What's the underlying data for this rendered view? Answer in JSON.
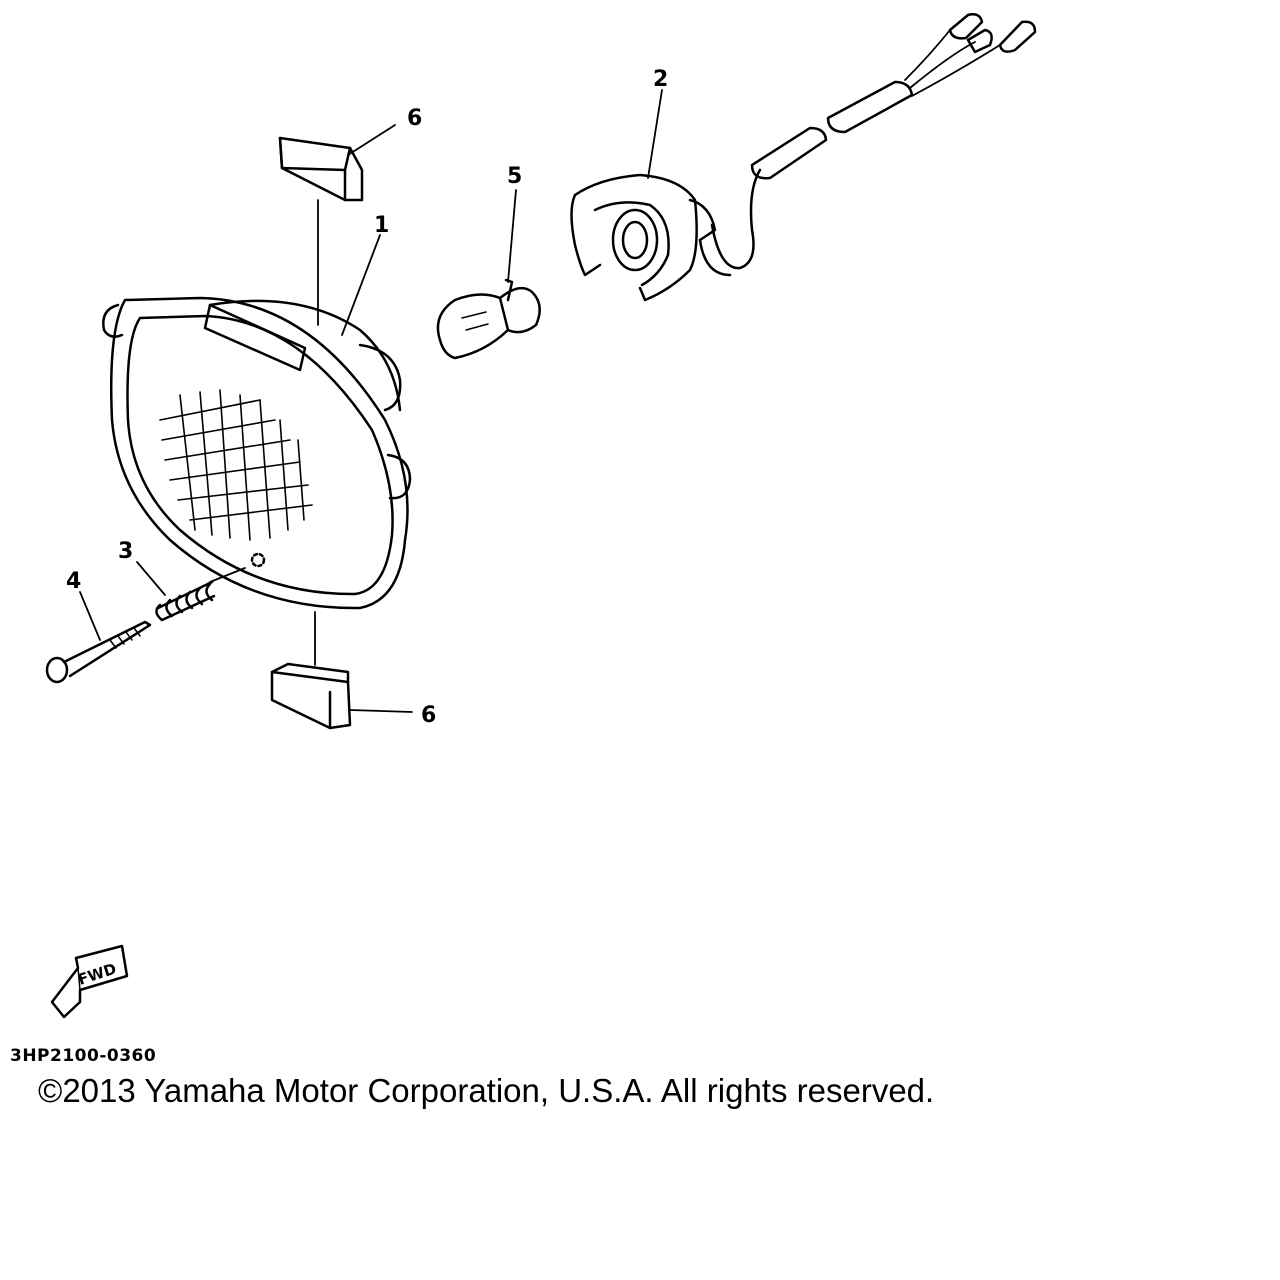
{
  "diagram": {
    "callouts": {
      "headlight_unit": "1",
      "socket_cord": "2",
      "spring": "3",
      "screw": "4",
      "bulb": "5",
      "damper_top": "6",
      "damper_bottom": "6"
    },
    "fwd_label": "FWD",
    "part_code": "3HP2100-0360",
    "copyright": "©2013 Yamaha Motor Corporation, U.S.A. All rights reserved."
  }
}
